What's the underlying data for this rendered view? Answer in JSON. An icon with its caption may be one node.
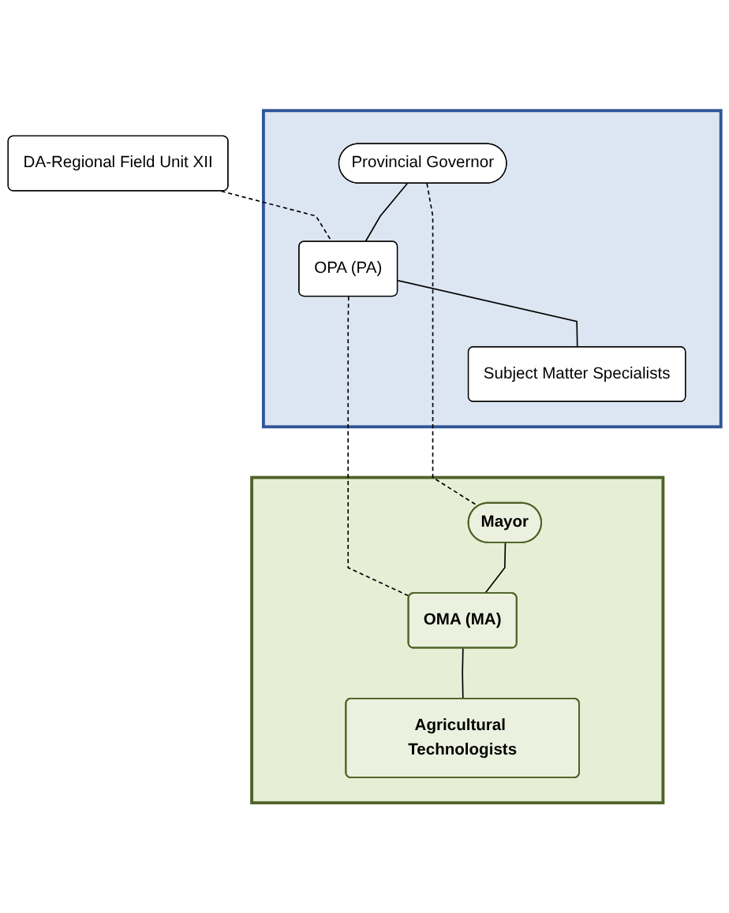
{
  "diagram": {
    "nodes": [
      {
        "text": [
          "DA-Regional Field Unit XII"
        ]
      },
      {
        "text": [],
        "shape": "box"
      },
      {
        "text": [
          "Provincial Governor"
        ],
        "in": 1
      },
      {
        "text": [
          "OPA (PA)"
        ],
        "in": 1
      },
      {
        "text": [
          "Subject Matter Specialists"
        ],
        "in": 1
      },
      {
        "text": [],
        "shape": "box"
      },
      {
        "text": [
          "Mayor"
        ],
        "in": 5
      },
      {
        "text": [
          "OMA (MA)"
        ],
        "in": 5
      },
      {
        "text": [
          "Agricultural Technologists"
        ],
        "in": 5
      }
    ],
    "edges": [
      {
        "from": 0,
        "to": 3,
        "arrow": "none",
        "style": "dashed"
      },
      {
        "from": 2,
        "to": 3,
        "arrow": "none"
      },
      {
        "from": 3,
        "to": 4,
        "arrow": "none"
      },
      {
        "from": 3,
        "to": 7,
        "arrow": "none",
        "style": "dashed"
      },
      {
        "from": 2,
        "to": 6,
        "arrow": "none",
        "style": "dashed"
      },
      {
        "from": 6,
        "to": 7,
        "arrow": "none"
      },
      {
        "from": 7,
        "to": 8,
        "arrow": "none"
      }
    ]
  }
}
